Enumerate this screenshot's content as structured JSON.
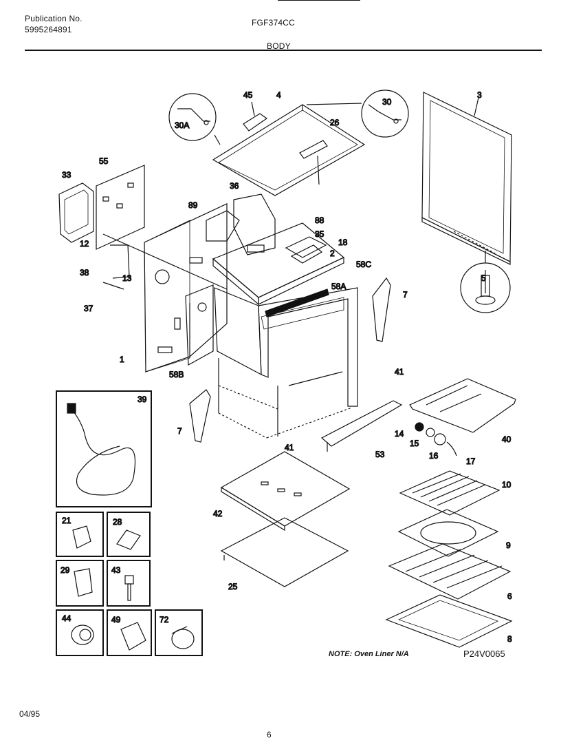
{
  "header": {
    "publication_label": "Publication No.",
    "publication_number": "5995264891",
    "model": "FGF374CC",
    "section": "BODY"
  },
  "callouts": {
    "c1": "1",
    "c2": "2",
    "c3": "3",
    "c4": "4",
    "c5": "5",
    "c6": "6",
    "c7a": "7",
    "c7b": "7",
    "c8": "8",
    "c9": "9",
    "c10": "10",
    "c12": "12",
    "c13": "13",
    "c14": "14",
    "c15": "15",
    "c16": "16",
    "c17": "17",
    "c18": "18",
    "c25": "25",
    "c26": "26",
    "c30": "30",
    "c30a": "30A",
    "c33": "33",
    "c35": "35",
    "c36": "36",
    "c37": "37",
    "c38": "38",
    "c39": "39",
    "c40": "40",
    "c41a": "41",
    "c41b": "41",
    "c42": "42",
    "c45": "45",
    "c53": "53",
    "c55": "55",
    "c58a": "58A",
    "c58b": "58B",
    "c58c": "58C",
    "c88": "88",
    "c89": "89",
    "b21": "21",
    "b28": "28",
    "b29": "29",
    "b43": "43",
    "b44": "44",
    "b49": "49",
    "b72": "72"
  },
  "note": "NOTE: Oven Liner N/A",
  "diagram_code": "P24V0065",
  "footer": {
    "date": "04/95",
    "page": "6"
  }
}
